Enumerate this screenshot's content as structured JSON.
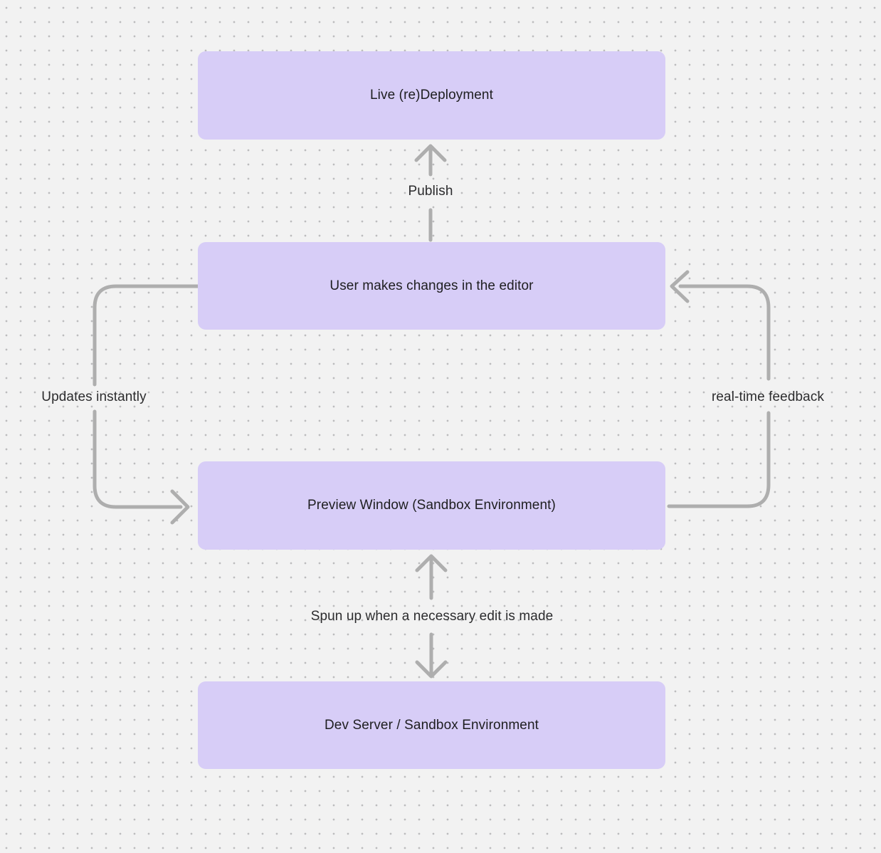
{
  "diagram": {
    "nodes": [
      {
        "id": "live-deployment",
        "label": "Live (re)Deployment"
      },
      {
        "id": "editor-changes",
        "label": "User makes changes in the editor"
      },
      {
        "id": "preview-window",
        "label": "Preview Window (Sandbox Environment)"
      },
      {
        "id": "dev-server",
        "label": "Dev Server / Sandbox Environment"
      }
    ],
    "edges": [
      {
        "from": "editor-changes",
        "to": "live-deployment",
        "label": "Publish",
        "direction": "up"
      },
      {
        "from": "editor-changes",
        "to": "preview-window",
        "label": "Updates instantly",
        "direction": "down-left-loop"
      },
      {
        "from": "preview-window",
        "to": "editor-changes",
        "label": "real-time feedback",
        "direction": "up-right-loop"
      },
      {
        "from": "preview-window",
        "to": "dev-server",
        "label": "Spun up when a necessary edit is made",
        "direction": "bidirectional"
      }
    ],
    "colors": {
      "background": "#f2f2f2",
      "grid_dot": "#bcbcbd",
      "node_fill": "#d7cdf7",
      "node_text": "#1e1e20",
      "edge_stroke": "#aeaeae",
      "edge_label_text": "#2c2c2e"
    }
  }
}
